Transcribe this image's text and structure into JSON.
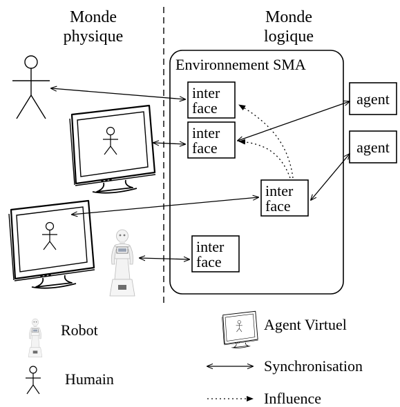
{
  "headings": {
    "physical_line1": "Monde",
    "physical_line2": "physique",
    "logical_line1": "Monde",
    "logical_line2": "logique"
  },
  "environment": {
    "label": "Environnement SMA"
  },
  "interfaces": [
    {
      "line1": "inter",
      "line2": "face"
    },
    {
      "line1": "inter",
      "line2": "face"
    },
    {
      "line1": "inter",
      "line2": "face"
    },
    {
      "line1": "inter",
      "line2": "face"
    }
  ],
  "agents": [
    {
      "label": "agent"
    },
    {
      "label": "agent"
    }
  ],
  "legend": {
    "robot": "Robot",
    "human": "Humain",
    "virtual_agent": "Agent Virtuel",
    "synchronisation": "Synchronisation",
    "influence": "Influence"
  }
}
